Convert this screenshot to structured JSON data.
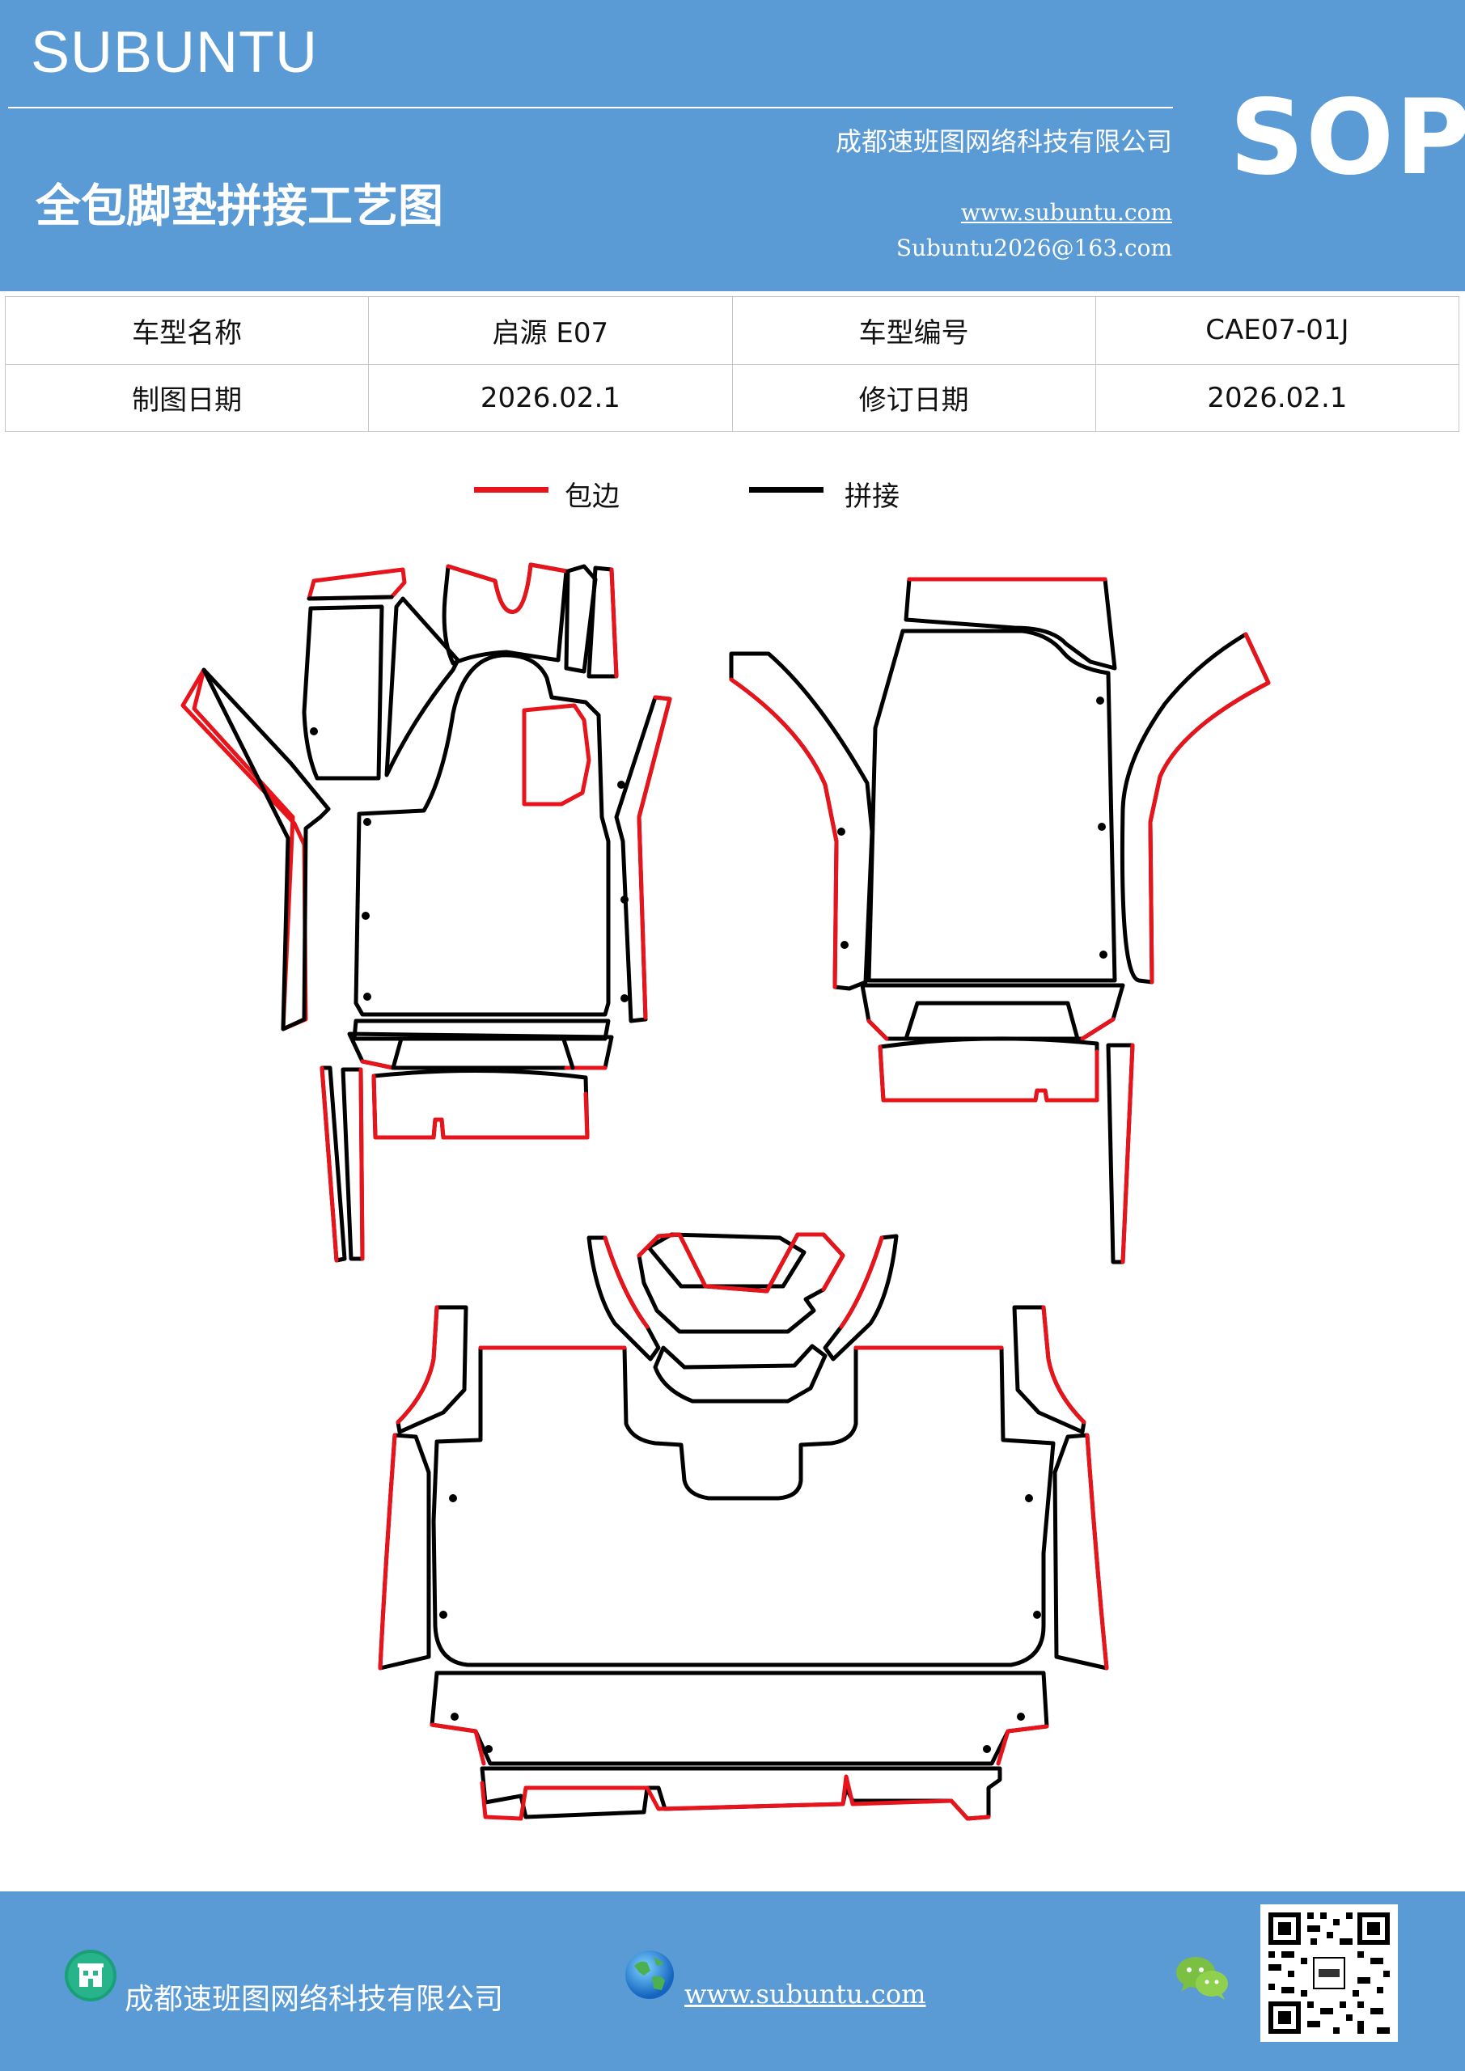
{
  "header": {
    "brand": "SUBUNTU",
    "company": "成都速班图网络科技有限公司",
    "title": "全包脚垫拼接工艺图",
    "website": "www.subuntu.com",
    "email": "Subuntu2026@163.com",
    "badge": "SOP",
    "background_color": "#5b9bd5"
  },
  "info_table": {
    "rows": [
      {
        "label1": "车型名称",
        "value1": "启源 E07",
        "label2": "车型编号",
        "value2": "CAE07-01J"
      },
      {
        "label1": "制图日期",
        "value1": "2026.02.1",
        "label2": "修订日期",
        "value2": "2026.02.1"
      }
    ]
  },
  "legend": {
    "items": [
      {
        "label": "包边",
        "color": "#e8141b"
      },
      {
        "label": "拼接",
        "color": "#000000"
      }
    ]
  },
  "footer": {
    "company": "成都速班图网络科技有限公司",
    "website": "www.subuntu.com",
    "icons": [
      "building-icon",
      "globe-icon",
      "wechat-icon",
      "qr-code"
    ]
  }
}
